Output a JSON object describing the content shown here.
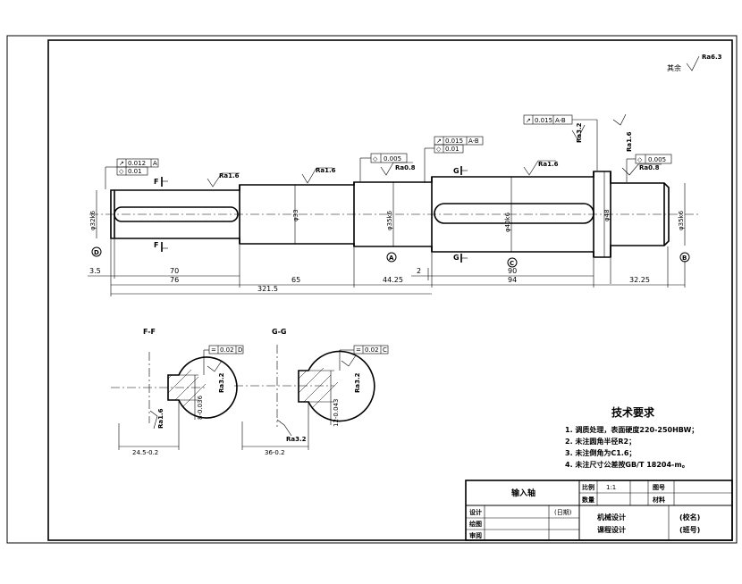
{
  "general_finish": {
    "prefix": "其余",
    "ra": "Ra6.3"
  },
  "dimensions": {
    "d1": "3.5",
    "d2": "70",
    "d3": "76",
    "d4": "65",
    "d5": "44.25",
    "d6": "2",
    "d7": "94",
    "d8": "90",
    "d9": "32.25",
    "total": "321.5"
  },
  "diameters": {
    "d_end_left": "φ32k6",
    "d_mid": "φ33",
    "d_bearing_left": "φ35k6",
    "d_gear": "φ40k6",
    "d_shoulder": "φ48",
    "d_end_right": "φ35k6"
  },
  "tolerances": {
    "t1": {
      "sym": "↗",
      "value": "0.012",
      "datum": "A"
    },
    "t2": {
      "sym": "◇",
      "value": "0.01",
      "datum": ""
    },
    "t3": {
      "sym": "◇",
      "value": "0.005",
      "datum": ""
    },
    "t4": {
      "sym": "↗",
      "value": "0.015",
      "datum": "A-B"
    },
    "t5": {
      "sym": "◇",
      "value": "0.01",
      "datum": ""
    },
    "t6": {
      "sym": "↗",
      "value": "0.015",
      "datum": "A-B"
    },
    "t7": {
      "sym": "◇",
      "value": "0.005",
      "datum": ""
    },
    "t8": {
      "sym": "=",
      "value": "0.02",
      "datum": "D"
    },
    "t9": {
      "sym": "=",
      "value": "0.02",
      "datum": "C"
    }
  },
  "roughness": {
    "r1": "Ra1.6",
    "r2": "Ra1.6",
    "r3": "Ra0.8",
    "r4": "Ra1.6",
    "r5": "Ra3.2",
    "r6": "Ra1.6",
    "r7": "Ra0.8",
    "r8": "Ra3.2",
    "r9": "Ra1.6",
    "r10": "Ra3.2",
    "r11": "Ra3.2"
  },
  "section_marks": {
    "f": "F",
    "g": "G"
  },
  "datum_marks": {
    "a": "A",
    "b": "B",
    "c": "C",
    "d": "D"
  },
  "sections": {
    "ff_title": "F-F",
    "gg_title": "G-G",
    "ff_width": "24.5-0.2",
    "gg_width": "36-0.2",
    "ff_depth": "8-0.036",
    "gg_depth": "12-0.043"
  },
  "requirements": {
    "title": "技术要求",
    "items": [
      "1. 调质处理，表面硬度220-250HBW；",
      "2. 未注圆角半径R2；",
      "3. 未注倒角为C1.6；",
      "4. 未注尺寸公差按GB/T 18204-m。"
    ]
  },
  "title_block": {
    "part_name": "输入轴",
    "scale_label": "比例",
    "scale_value": "1:1",
    "qty_label": "数量",
    "drawing_no_label": "图号",
    "material_label": "材料",
    "design_label": "设计",
    "date_label": "(日期)",
    "draw_label": "绘图",
    "review_label": "审阅",
    "course_line1": "机械设计",
    "course_line2": "课程设计",
    "school_label": "(校名)",
    "class_label": "(班号)"
  }
}
